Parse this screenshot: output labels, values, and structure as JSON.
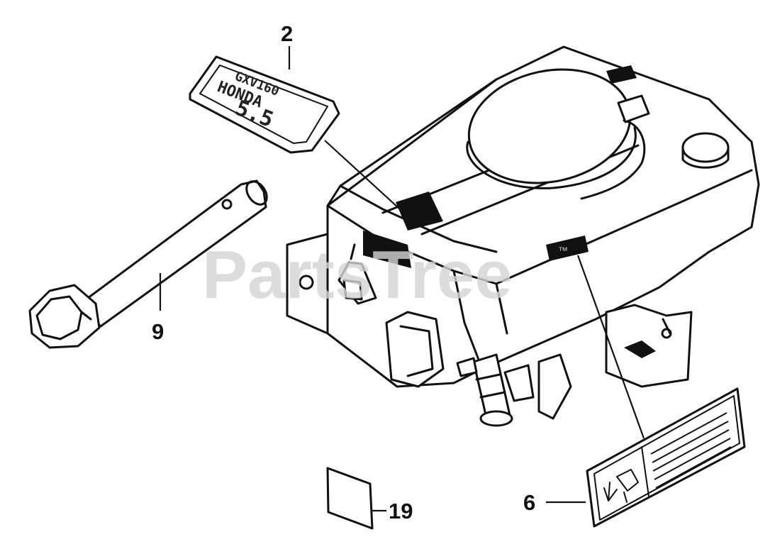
{
  "diagram": {
    "callouts": {
      "part_2": "2",
      "part_9": "9",
      "part_6": "6",
      "part_19": "19"
    },
    "decal_2": {
      "model": "GXV160",
      "brand": "HONDA",
      "rating": "5.5"
    },
    "watermark": {
      "text": "PartsTree",
      "trademark": "™"
    },
    "colors": {
      "line": "#111111",
      "background": "#ffffff",
      "watermark": "#d4d4d4"
    }
  }
}
